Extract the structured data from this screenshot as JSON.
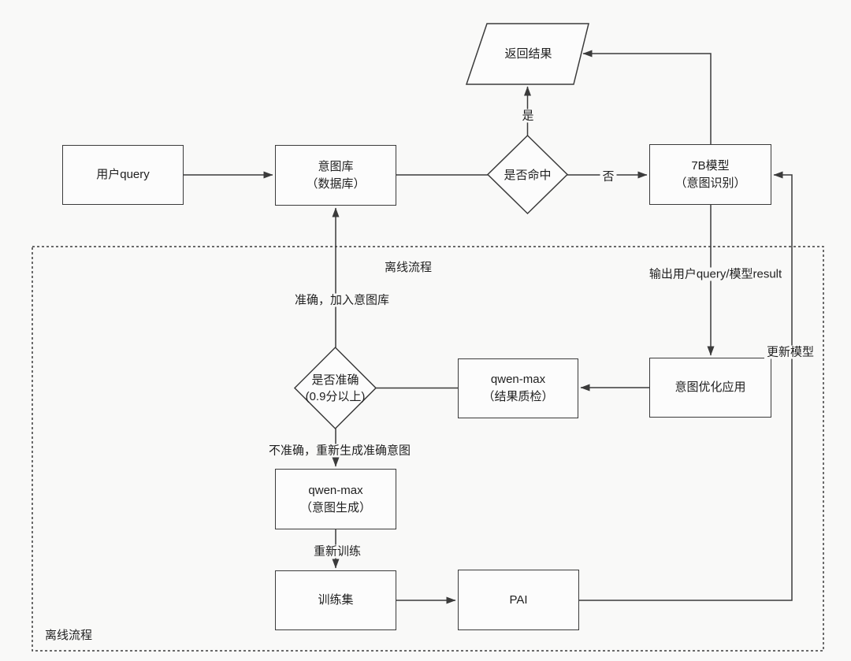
{
  "diagram": {
    "title_hint": "intent-recognition-pipeline-flowchart",
    "colors": {
      "stroke": "#3b3b3b",
      "background": "#f9f9f8"
    },
    "nodes": {
      "user_query": {
        "label": "用户query"
      },
      "intent_library": {
        "line1": "意图库",
        "line2": "（数据库）"
      },
      "hit_decision": {
        "label": "是否命中"
      },
      "return_result": {
        "label": "返回结果"
      },
      "model_7b": {
        "line1": "7B模型",
        "line2": "（意图识别）"
      },
      "intent_opt_app": {
        "label": "意图优化应用"
      },
      "qwen_max_qc": {
        "line1": "qwen-max",
        "line2": "（结果质检）"
      },
      "accuracy_decision": {
        "line1": "是否准确",
        "line2": "(0.9分以上)"
      },
      "qwen_max_gen": {
        "line1": "qwen-max",
        "line2": "（意图生成）"
      },
      "training_set": {
        "label": "训练集"
      },
      "pai": {
        "label": "PAI"
      }
    },
    "edge_labels": {
      "yes": "是",
      "no": "否",
      "output_query_result": "输出用户query/模型result",
      "update_model": "更新模型",
      "accurate_add": "准确，加入意图库",
      "inaccurate_regen": "不准确，重新生成准确意图",
      "retrain": "重新训练"
    },
    "region_labels": {
      "offline_top": "离线流程",
      "offline_bottom": "离线流程"
    }
  }
}
